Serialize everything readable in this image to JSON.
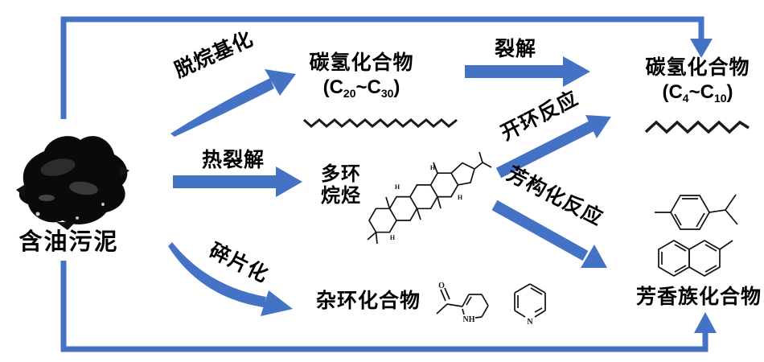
{
  "colors": {
    "arrow_blue": "#4472C4",
    "structure_black": "#111111"
  },
  "source": {
    "label": "含油污泥"
  },
  "processes": {
    "dealkylation": "脱烷基化",
    "pyrolysis": "热裂解",
    "fragmentation": "碎片化"
  },
  "reactions": {
    "cracking": "裂解",
    "ring_opening": "开环反应",
    "aromatization": "芳构化反应"
  },
  "intermediates": {
    "heavy_hydrocarbons": {
      "name": "碳氢化合物",
      "range_open": "(C",
      "range_low": "20",
      "range_tilde": "~C",
      "range_high": "30",
      "range_close": ")"
    },
    "polycyclic_alkanes": {
      "line1": "多环",
      "line2": "烷烃"
    },
    "heterocyclic": {
      "name": "杂环化合物"
    }
  },
  "products": {
    "light_hydrocarbons": {
      "name": "碳氢化合物",
      "range_open": "(C",
      "range_low": "4",
      "range_tilde": "~C",
      "range_high": "10",
      "range_close": ")"
    },
    "aromatics": {
      "name": "芳香族化合物"
    }
  },
  "atom_labels": {
    "h": "H",
    "o": "O",
    "nh": "NH",
    "n": "N"
  }
}
